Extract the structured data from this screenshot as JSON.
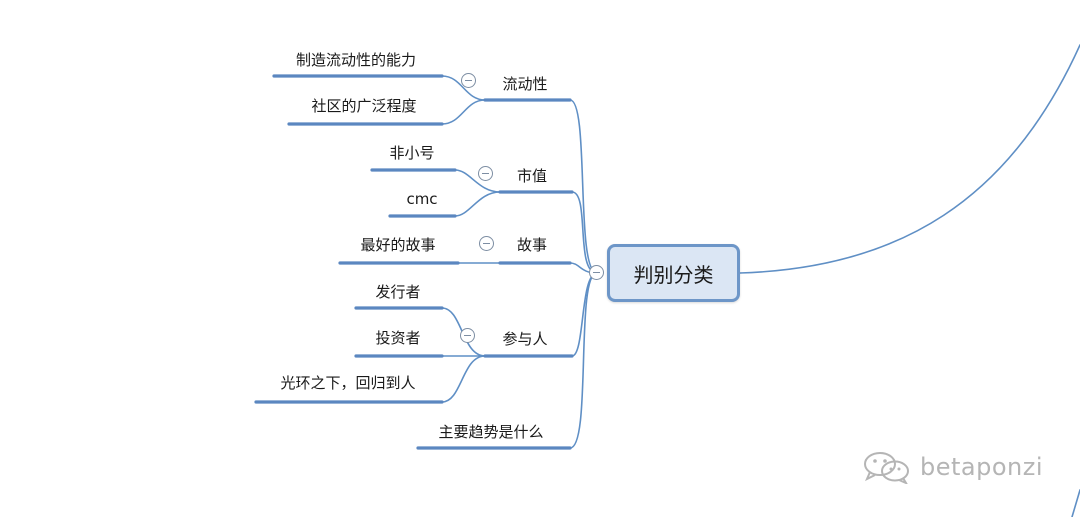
{
  "root": {
    "label": "判别分类"
  },
  "branches": [
    {
      "label": "流动性",
      "children": [
        "制造流动性的能力",
        "社区的广泛程度"
      ]
    },
    {
      "label": "市值",
      "children": [
        "非小号",
        "cmc"
      ]
    },
    {
      "label": "故事",
      "children": [
        "最好的故事"
      ]
    },
    {
      "label": "参与人",
      "children": [
        "发行者",
        "投资者",
        "光环之下，回归到人"
      ]
    },
    {
      "label": "主要趋势是什么",
      "children": []
    }
  ],
  "watermark": {
    "text": "betaponzi",
    "icon": "wechat-icon"
  },
  "colors": {
    "line": "#5f8fc5",
    "underline": "#5b87c0",
    "root_fill": "#dbe6f4",
    "root_border": "#6d96c8",
    "toggle": "#7d8ea3",
    "watermark": "#b5b5b5"
  }
}
